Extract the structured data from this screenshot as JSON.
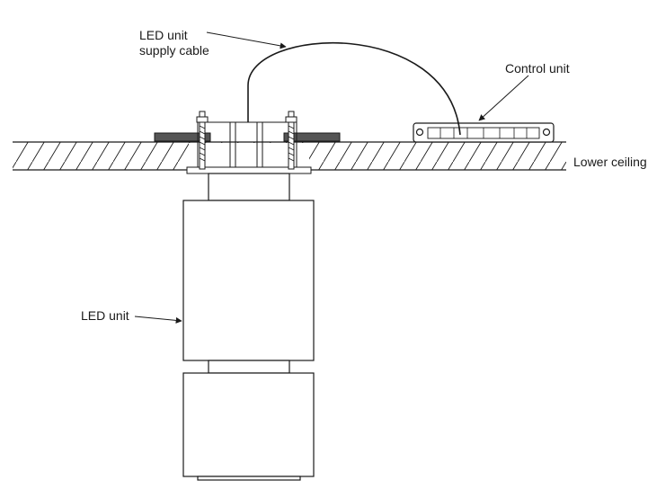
{
  "labels": {
    "supply_cable_line1": "LED unit",
    "supply_cable_line2": "supply cable",
    "control_unit": "Control unit",
    "lower_ceiling": "Lower ceiling",
    "led_unit": "LED unit"
  },
  "colors": {
    "line": "#1a1a1a",
    "plate": "#555555",
    "background": "#ffffff"
  }
}
